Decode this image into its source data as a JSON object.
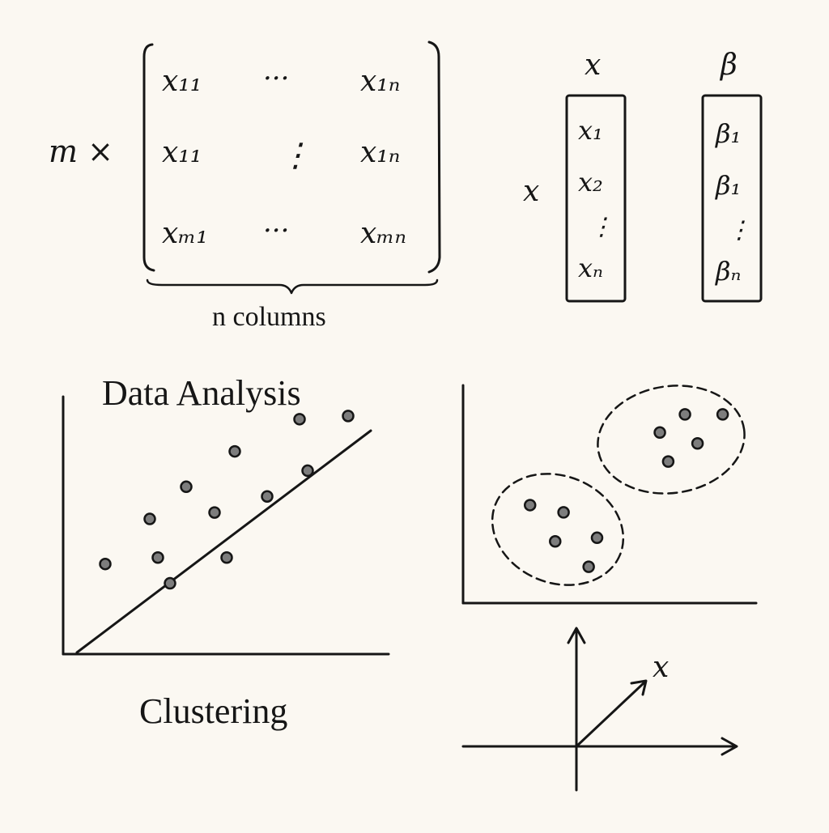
{
  "matrix": {
    "row_prefix": "m ×",
    "rows": [
      [
        "x₁₁",
        "···",
        "x₁ₙ"
      ],
      [
        "x₁₁",
        "⋮",
        "x₁ₙ"
      ],
      [
        "xₘ₁",
        "···",
        "xₘₙ"
      ]
    ],
    "column_label": "n columns"
  },
  "vector_x": {
    "header": "x",
    "side_label": "x",
    "entries": [
      "x₁",
      "x₂",
      "⋮",
      "xₙ"
    ]
  },
  "vector_beta": {
    "header": "β",
    "entries": [
      "β₁",
      "β₁",
      "⋮",
      "βₙ"
    ]
  },
  "regression": {
    "title": "Data Analysis",
    "caption": "Clustering",
    "points": [
      [
        1.0,
        2.8
      ],
      [
        2.1,
        4.2
      ],
      [
        2.3,
        3.0
      ],
      [
        2.6,
        2.2
      ],
      [
        3.0,
        5.2
      ],
      [
        3.7,
        4.4
      ],
      [
        4.0,
        3.0
      ],
      [
        4.2,
        6.3
      ],
      [
        5.0,
        4.9
      ],
      [
        5.8,
        7.3
      ],
      [
        6.0,
        5.7
      ],
      [
        7.0,
        7.4
      ]
    ]
  },
  "clustering": {
    "clusters": [
      {
        "points": [
          [
            1.6,
            2.7
          ],
          [
            2.4,
            2.5
          ],
          [
            2.2,
            1.7
          ],
          [
            3.2,
            1.8
          ],
          [
            3.0,
            1.0
          ]
        ]
      },
      {
        "points": [
          [
            4.7,
            4.7
          ],
          [
            5.3,
            5.2
          ],
          [
            5.6,
            4.4
          ],
          [
            6.2,
            5.2
          ],
          [
            4.9,
            3.9
          ]
        ]
      }
    ]
  },
  "axes_vector": {
    "label": "x"
  }
}
